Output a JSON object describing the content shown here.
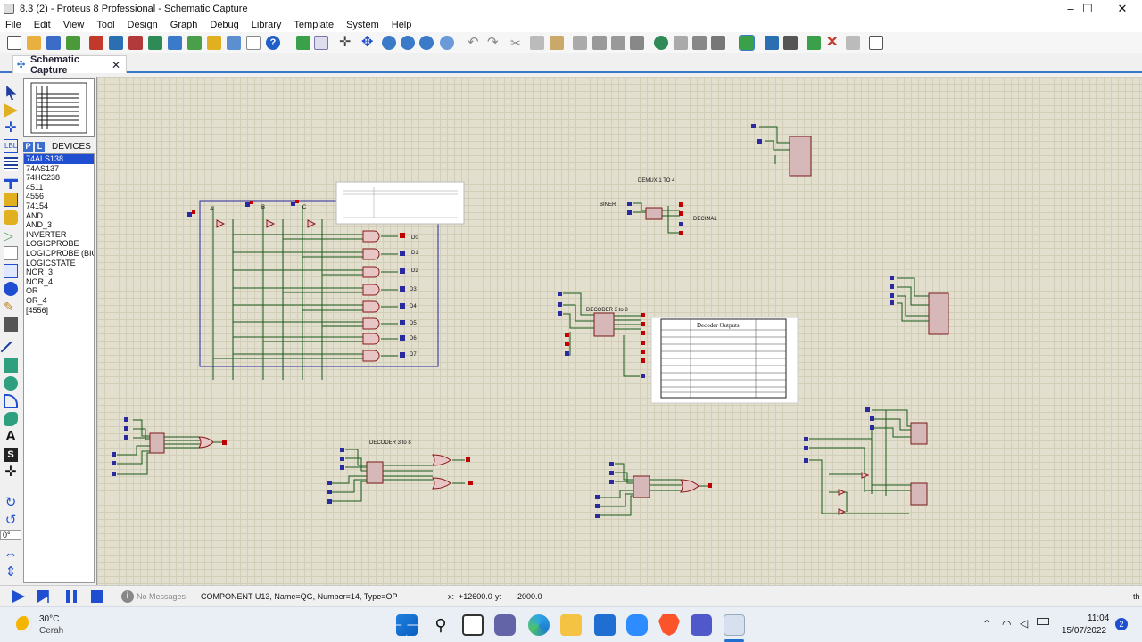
{
  "window": {
    "title": "8.3 (2) - Proteus 8 Professional - Schematic Capture",
    "minimize": "–",
    "maximize": "☐",
    "close": "✕"
  },
  "menu": [
    "File",
    "Edit",
    "View",
    "Tool",
    "Design",
    "Graph",
    "Debug",
    "Library",
    "Template",
    "System",
    "Help"
  ],
  "tab": {
    "label": "Schematic Capture",
    "close": "✕"
  },
  "panel": {
    "p": "P",
    "l": "L",
    "devices_label": "DEVICES",
    "rotation": "0°"
  },
  "devices": [
    "74ALS138",
    "74AS137",
    "74HC238",
    "4511",
    "4556",
    "74154",
    "AND",
    "AND_3",
    "INVERTER",
    "LOGICPROBE",
    "LOGICPROBE (BIG)",
    "LOGICSTATE",
    "NOR_3",
    "NOR_4",
    "OR",
    "OR_4",
    "[4556]"
  ],
  "selected_device": "74ALS138",
  "schematic": {
    "pins_top": [
      "A",
      "B",
      "C"
    ],
    "outputs": [
      "D0",
      "D1",
      "D2",
      "D3",
      "D4",
      "D5",
      "D6",
      "D7"
    ],
    "demux_title": "DEMUX 1 TO 4",
    "biner": "BINER",
    "decimal": "DECIMAL",
    "decoder_a": "DECODER 3 to 8",
    "decoder_b": "DECODER 3 to 8",
    "table_header": "Decoder Outputs"
  },
  "status": {
    "messages": "No Messages",
    "component": "COMPONENT U13, Name=QG, Number=14, Type=OP",
    "x_label": "x:",
    "x_value": "+12600.0",
    "y_label": "y:",
    "y_value": "-2000.0",
    "corner": "th"
  },
  "taskbar": {
    "temperature": "30°C",
    "weather": "Cerah",
    "time": "11:04",
    "date": "15/07/2022",
    "notifications": "2"
  }
}
